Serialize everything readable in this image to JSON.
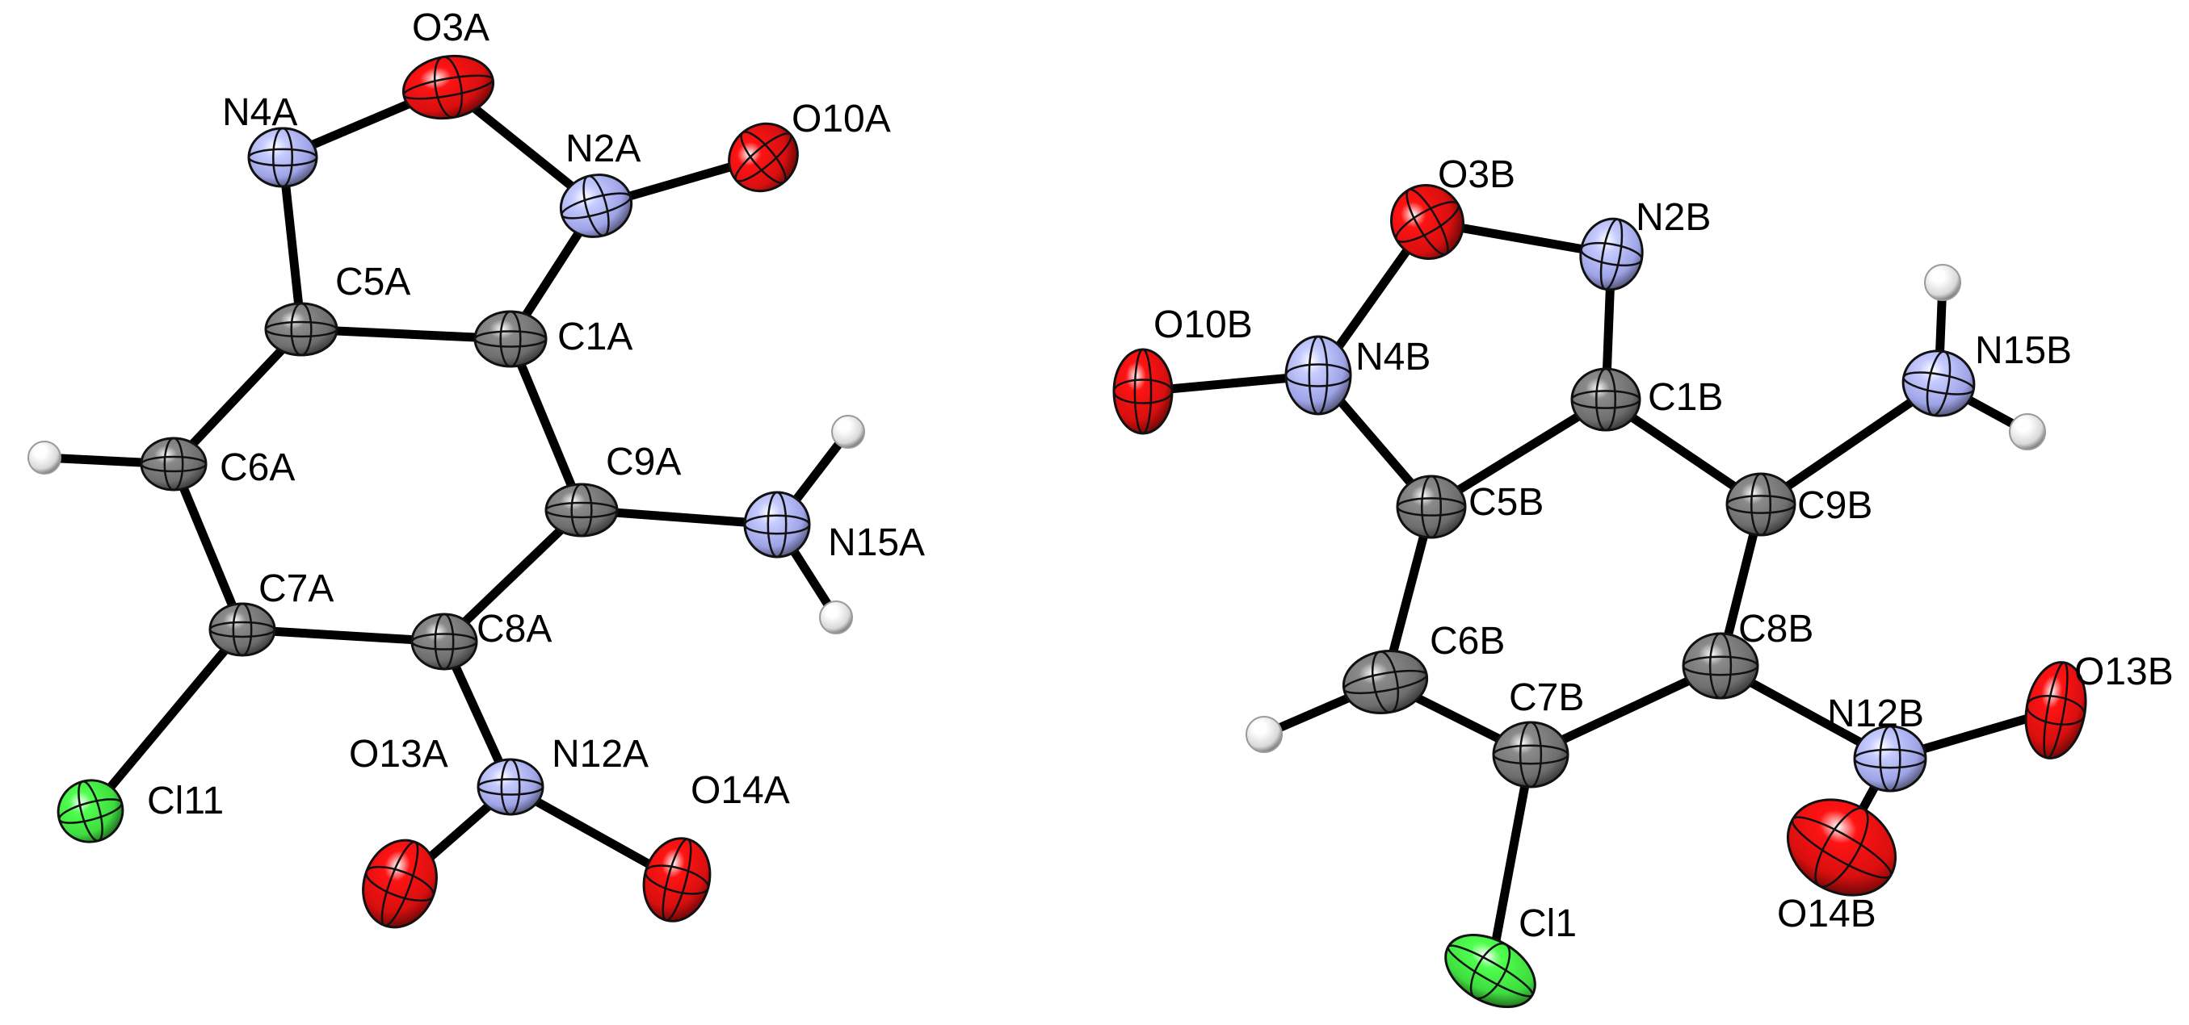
{
  "colors": {
    "background": "#ffffff",
    "bond": "#000000",
    "carbon": "#6e6e6e",
    "nitrogen": "#9ea3e6",
    "oxygen": "#d80f0f",
    "chlorine": "#3fdc3f",
    "hydrogen": "#d9d9d9"
  },
  "molecules": [
    {
      "name": "molecule-a",
      "atoms": [
        {
          "id": "O3A",
          "element": "O",
          "label": "O3A"
        },
        {
          "id": "N4A",
          "element": "N",
          "label": "N4A"
        },
        {
          "id": "N2A",
          "element": "N",
          "label": "N2A"
        },
        {
          "id": "O10A",
          "element": "O",
          "label": "O10A"
        },
        {
          "id": "C5A",
          "element": "C",
          "label": "C5A"
        },
        {
          "id": "C1A",
          "element": "C",
          "label": "C1A"
        },
        {
          "id": "C6A",
          "element": "C",
          "label": "C6A"
        },
        {
          "id": "C9A",
          "element": "C",
          "label": "C9A"
        },
        {
          "id": "N15A",
          "element": "N",
          "label": "N15A"
        },
        {
          "id": "C7A",
          "element": "C",
          "label": "C7A"
        },
        {
          "id": "C8A",
          "element": "C",
          "label": "C8A"
        },
        {
          "id": "Cl11",
          "element": "Cl",
          "label": "Cl11"
        },
        {
          "id": "N12A",
          "element": "N",
          "label": "N12A"
        },
        {
          "id": "O13A",
          "element": "O",
          "label": "O13A"
        },
        {
          "id": "O14A",
          "element": "O",
          "label": "O14A"
        },
        {
          "id": "H6A",
          "element": "H",
          "label": ""
        },
        {
          "id": "H15A1",
          "element": "H",
          "label": ""
        },
        {
          "id": "H15A2",
          "element": "H",
          "label": ""
        }
      ],
      "bonds": [
        [
          "N4A",
          "O3A"
        ],
        [
          "O3A",
          "N2A"
        ],
        [
          "N2A",
          "O10A"
        ],
        [
          "N4A",
          "C5A"
        ],
        [
          "N2A",
          "C1A"
        ],
        [
          "C5A",
          "C1A"
        ],
        [
          "C5A",
          "C6A"
        ],
        [
          "C1A",
          "C9A"
        ],
        [
          "C6A",
          "C7A"
        ],
        [
          "C9A",
          "C8A"
        ],
        [
          "C7A",
          "C8A"
        ],
        [
          "C9A",
          "N15A"
        ],
        [
          "C7A",
          "Cl11"
        ],
        [
          "C8A",
          "N12A"
        ],
        [
          "N12A",
          "O13A"
        ],
        [
          "N12A",
          "O14A"
        ],
        [
          "C6A",
          "H6A"
        ],
        [
          "N15A",
          "H15A1"
        ],
        [
          "N15A",
          "H15A2"
        ]
      ]
    },
    {
      "name": "molecule-b",
      "atoms": [
        {
          "id": "O3B",
          "element": "O",
          "label": "O3B"
        },
        {
          "id": "N2B",
          "element": "N",
          "label": "N2B"
        },
        {
          "id": "N4B",
          "element": "N",
          "label": "N4B"
        },
        {
          "id": "O10B",
          "element": "O",
          "label": "O10B"
        },
        {
          "id": "C1B",
          "element": "C",
          "label": "C1B"
        },
        {
          "id": "C5B",
          "element": "C",
          "label": "C5B"
        },
        {
          "id": "C9B",
          "element": "C",
          "label": "C9B"
        },
        {
          "id": "N15B",
          "element": "N",
          "label": "N15B"
        },
        {
          "id": "C6B",
          "element": "C",
          "label": "C6B"
        },
        {
          "id": "C7B",
          "element": "C",
          "label": "C7B"
        },
        {
          "id": "C8B",
          "element": "C",
          "label": "C8B"
        },
        {
          "id": "N12B",
          "element": "N",
          "label": "N12B"
        },
        {
          "id": "O13B",
          "element": "O",
          "label": "O13B"
        },
        {
          "id": "O14B",
          "element": "O",
          "label": "O14B"
        },
        {
          "id": "Cl1",
          "element": "Cl",
          "label": "Cl1"
        },
        {
          "id": "H6B",
          "element": "H",
          "label": ""
        },
        {
          "id": "H15B1",
          "element": "H",
          "label": ""
        },
        {
          "id": "H15B2",
          "element": "H",
          "label": ""
        }
      ],
      "bonds": [
        [
          "O3B",
          "N2B"
        ],
        [
          "O3B",
          "N4B"
        ],
        [
          "N4B",
          "O10B"
        ],
        [
          "N2B",
          "C1B"
        ],
        [
          "N4B",
          "C5B"
        ],
        [
          "C1B",
          "C5B"
        ],
        [
          "C1B",
          "C9B"
        ],
        [
          "C9B",
          "N15B"
        ],
        [
          "C5B",
          "C6B"
        ],
        [
          "C9B",
          "C8B"
        ],
        [
          "C6B",
          "C7B"
        ],
        [
          "C7B",
          "C8B"
        ],
        [
          "C8B",
          "N12B"
        ],
        [
          "N12B",
          "O13B"
        ],
        [
          "N12B",
          "O14B"
        ],
        [
          "C7B",
          "Cl1"
        ],
        [
          "C6B",
          "H6B"
        ],
        [
          "N15B",
          "H15B1"
        ],
        [
          "N15B",
          "H15B2"
        ]
      ]
    }
  ]
}
